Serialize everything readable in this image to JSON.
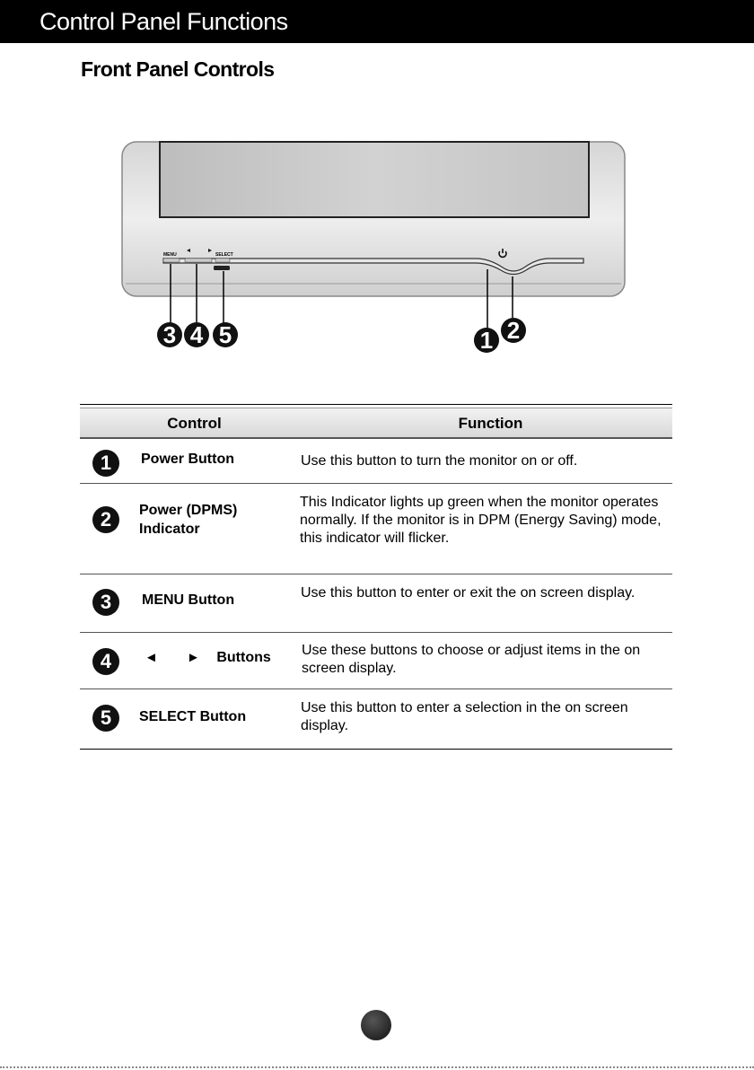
{
  "header": {
    "title": "Control Panel Functions"
  },
  "section": {
    "title": "Front Panel Controls"
  },
  "figure": {
    "labels": {
      "menu": "MENU",
      "select": "SELECT"
    },
    "callouts": [
      "3",
      "4",
      "5",
      "1",
      "2"
    ]
  },
  "table": {
    "headers": {
      "control": "Control",
      "function": "Function"
    },
    "rows": [
      {
        "num": "1",
        "control": "Power Button",
        "function": "Use this button to turn the monitor on or off."
      },
      {
        "num": "2",
        "control": "Power (DPMS) Indicator",
        "function": "This Indicator lights up green when the monitor operates normally. If the monitor is in DPM (Energy Saving) mode, this indicator will flicker."
      },
      {
        "num": "3",
        "control": "MENU Button",
        "function": "Use this button to enter or exit the on screen display."
      },
      {
        "num": "4",
        "control": "Buttons",
        "arrows": "◄ ►",
        "function": "Use these buttons to choose or adjust items in the on screen display."
      },
      {
        "num": "5",
        "control": "SELECT Button",
        "function": "Use this button to enter a selection in the on screen display."
      }
    ]
  }
}
